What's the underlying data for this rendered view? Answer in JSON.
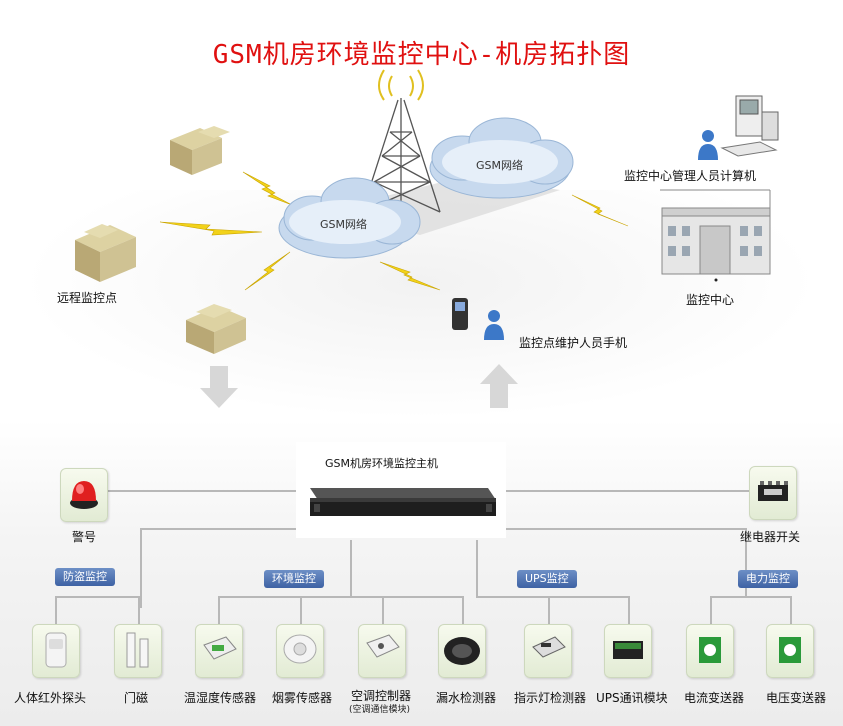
{
  "title": "GSM机房环境监控中心-机房拓扑图",
  "top": {
    "cloud_left": "GSM网络",
    "cloud_right": "GSM网络",
    "remote_site": "远程监控点",
    "center_pc": "监控中心管理人员计算机",
    "center": "监控中心",
    "maint_phone": "监控点维护人员手机"
  },
  "host": {
    "label": "GSM机房环境监控主机",
    "alarm": "警号",
    "relay": "继电器开关"
  },
  "categories": [
    "防盗监控",
    "环境监控",
    "UPS监控",
    "电力监控"
  ],
  "devices": [
    {
      "label": "人体红外探头",
      "icon": "pir-sensor-icon"
    },
    {
      "label": "门磁",
      "icon": "door-contact-icon"
    },
    {
      "label": "温湿度传感器",
      "icon": "temp-humidity-sensor-icon"
    },
    {
      "label": "烟雾传感器",
      "icon": "smoke-sensor-icon"
    },
    {
      "label": "空调控制器",
      "sublabel": "(空调通信模块)",
      "icon": "ac-controller-icon"
    },
    {
      "label": "漏水检测器",
      "icon": "leak-detector-icon"
    },
    {
      "label": "指示灯检测器",
      "icon": "indicator-detector-icon"
    },
    {
      "label": "UPS通讯模块",
      "icon": "ups-module-icon"
    },
    {
      "label": "电流变送器",
      "icon": "current-transmitter-icon"
    },
    {
      "label": "电压变送器",
      "icon": "voltage-transmitter-icon"
    }
  ]
}
